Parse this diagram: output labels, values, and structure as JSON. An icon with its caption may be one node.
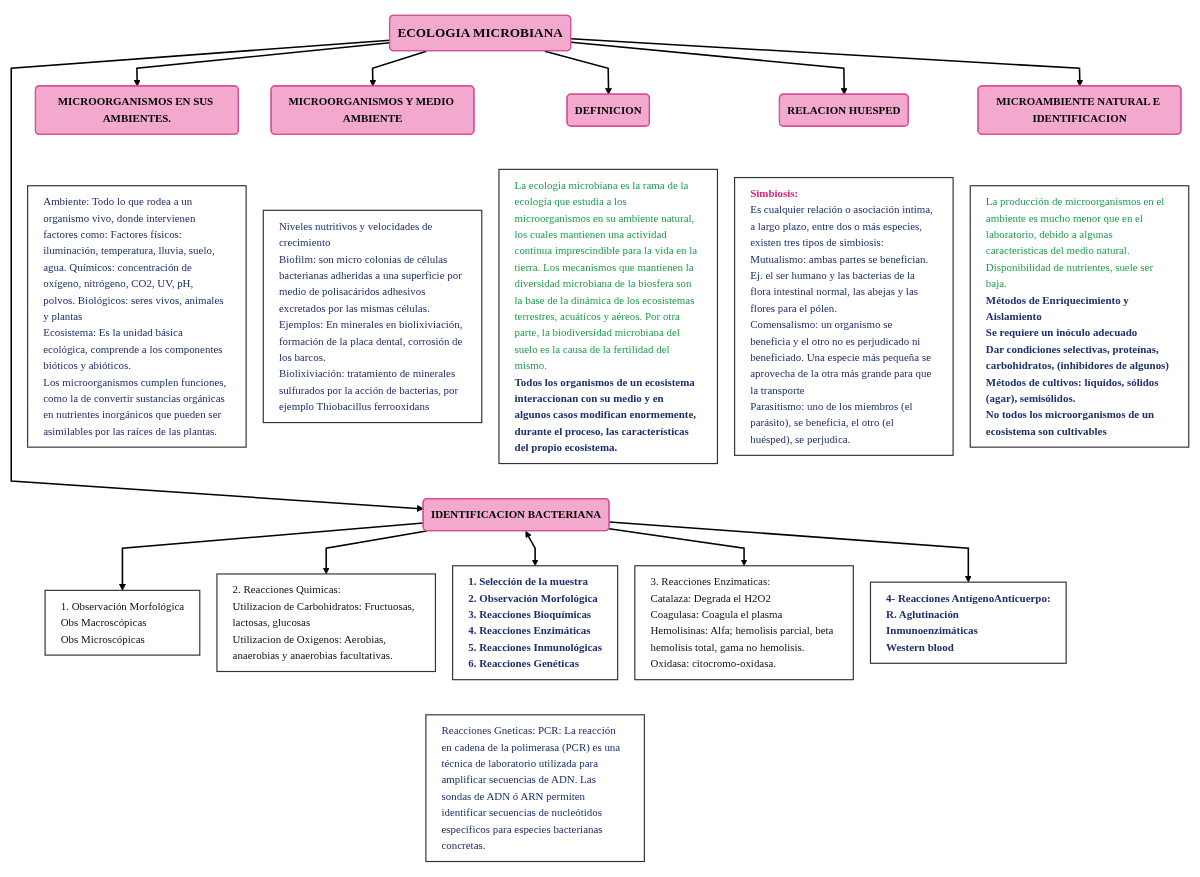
{
  "diagram": {
    "nodes": [
      {
        "text": [
          "ECOLOGIA MICROBIANA"
        ]
      },
      {
        "text": [
          "MICROORGANISMOS EN SUS AMBIENTES."
        ]
      },
      {
        "text": [
          "MICROORGANISMOS Y MEDIO AMBIENTE"
        ]
      },
      {
        "text": [
          "DEFINICION"
        ]
      },
      {
        "text": [
          "RELACION HUESPED"
        ]
      },
      {
        "text": [
          "MICROAMBIENTE NATURAL E IDENTIFICACION"
        ]
      },
      {
        "text": [
          "Ambiente: Todo lo que rodea a un organismo vivo, donde intervienen factores como: Factores físicos: iluminación, temperatura, lluvia, suelo, agua. Químicos: concentración de oxígeno, nitrógeno, CO2, UV, pH, polvos. Biológicos: seres vivos, animales y plantas",
          "Ecosistema: Es la unidad básica ecológica, comprende a los componentes bióticos y abióticos.",
          "Los microorganismos cumplen funciones, como la de convertir sustancias orgánicas en nutrientes inorgánicos que pueden ser asimilables por las raíces de las plantas."
        ]
      },
      {
        "text": [
          "Niveles nutritivos y velocidades de crecimiento",
          "Biofilm: son micro colonias de células bacterianas adheridas a una superficie por medio de polisacáridos adhesivos excretados por las mismas células.",
          "Ejemplos: En minerales en biolixiviación, formación de la placa dental, corrosión de los barcos.",
          "Biolixiviación: tratamiento de minerales sulfurados por la acción de bacterias, por ejemplo Thiobacillus ferrooxidans"
        ]
      },
      {
        "text": [
          "La ecologia microbiana es la rama de la ecología que estudia a los microorganismos en su ambiente natural, los cuales mantienen una actividad continua imprescindible para la vida en la tierra. Los mecanismos que mantienen la diversidad microbiana de la biosfera son la base de la dinámica de los ecosistemas terrestres, acuáticos y aéreos. Por otra parte, la biodiversidad microbiana del suelo es la causa de la fertilidad del mismo.",
          "Todos los organismos de un ecosistema interaccionan con su medio y en algunos casos modifican enormemente, durante el proceso, las características del propio ecosistema."
        ]
      },
      {
        "text": [
          "Simbiosis:",
          "Es cualquier relación o asociación intima, a largo plazo, entre dos o más especies, existen tres tipos de simbiosis:",
          "Mutualismo: ambas partes se benefician. Ej. el ser humano y las bacterias de la flora intestinal normal, las abejas y las flores para el pólen.",
          "Comensalismo: un organismo se beneficia y el otro no es perjudicado ni beneficiado. Una especie más pequeña se aprovecha de la otra más grande para que la transporte",
          "Parasitismo: uno de los miembros (el parásito), se beneficia, el otro (el huésped), se perjudica."
        ]
      },
      {
        "text": [
          "La producción de microorganismos en el ambiente es mucho menor que en el laboratorio, debido a algunas caracteristicas del medio natural.",
          "Disponibilidad de nutrientes, suele ser baja.",
          "Métodos de Enriquecimiento y Aislamiento",
          "Se requiere un inóculo adecuado",
          "Dar condiciones selectivas, proteínas, carbohidratos, (inhibidores de algunos)",
          "Métodos de cultivos: líquidos, sólidos (agar), semisólidos.",
          "No todos los microorganismos de un ecosistema son cultivables"
        ]
      },
      {
        "text": [
          "IDENTIFICACION BACTERIANA"
        ]
      },
      {
        "text": [
          "1. Observación Morfológica",
          "Obs Macroscópicas",
          "Obs Microscópicas"
        ]
      },
      {
        "text": [
          "2. Reacciones Quimicas:",
          "Utilizacion de Carbohidratos: Fructuosas, lactosas, glucosas",
          "Utilizacion de Oxigenos: Aerobias, anaerobias y anaerobias facultativas."
        ]
      },
      {
        "text": [
          "1. Selección de la muestra",
          "2. Observación Morfológica",
          "3. Reacciones Bioquímicas",
          "4. Reacciones Enzimáticas",
          "5. Reacciones Inmunológicas",
          "6. Reacciones Genéticas"
        ]
      },
      {
        "text": [
          "3. Reacciones Enzimaticas:",
          "Catalaza: Degrada el H2O2",
          "Coagulasa: Coagula el plasma",
          "Hemolisinas: Alfa; hemolisis parcial, beta hemolisis total, gama no hemolisis.",
          "Oxidasa: citocromo-oxidasa."
        ]
      },
      {
        "text": [
          "4- Reacciones AntígenoAnticuerpo:",
          "R. Aglutinación",
          "Inmunoenzimáticas",
          "Western blood"
        ]
      },
      {
        "text": [
          "Reacciones Gneticas: PCR: La reacción en cadena de la polimerasa (PCR) es una técnica de laboratorio utilizada para amplificar secuencias de ADN. Las sondas de ADN ó ARN permiten identificar secuencias de nucleótidos específicos para especies bacterianas concretas."
        ]
      }
    ],
    "edges": [
      {
        "from": 0,
        "to": 1,
        "arrow": "to"
      },
      {
        "from": 0,
        "to": 2,
        "arrow": "to"
      },
      {
        "from": 0,
        "to": 3,
        "arrow": "to"
      },
      {
        "from": 0,
        "to": 4,
        "arrow": "to"
      },
      {
        "from": 0,
        "to": 5,
        "arrow": "to"
      },
      {
        "from": 0,
        "to": 11,
        "arrow": "to"
      },
      {
        "from": 11,
        "to": 12,
        "arrow": "to"
      },
      {
        "from": 11,
        "to": 13,
        "arrow": "to"
      },
      {
        "from": 11,
        "to": 14,
        "arrow": "both"
      },
      {
        "from": 11,
        "to": 15,
        "arrow": "to"
      },
      {
        "from": 11,
        "to": 16,
        "arrow": "to"
      }
    ]
  }
}
